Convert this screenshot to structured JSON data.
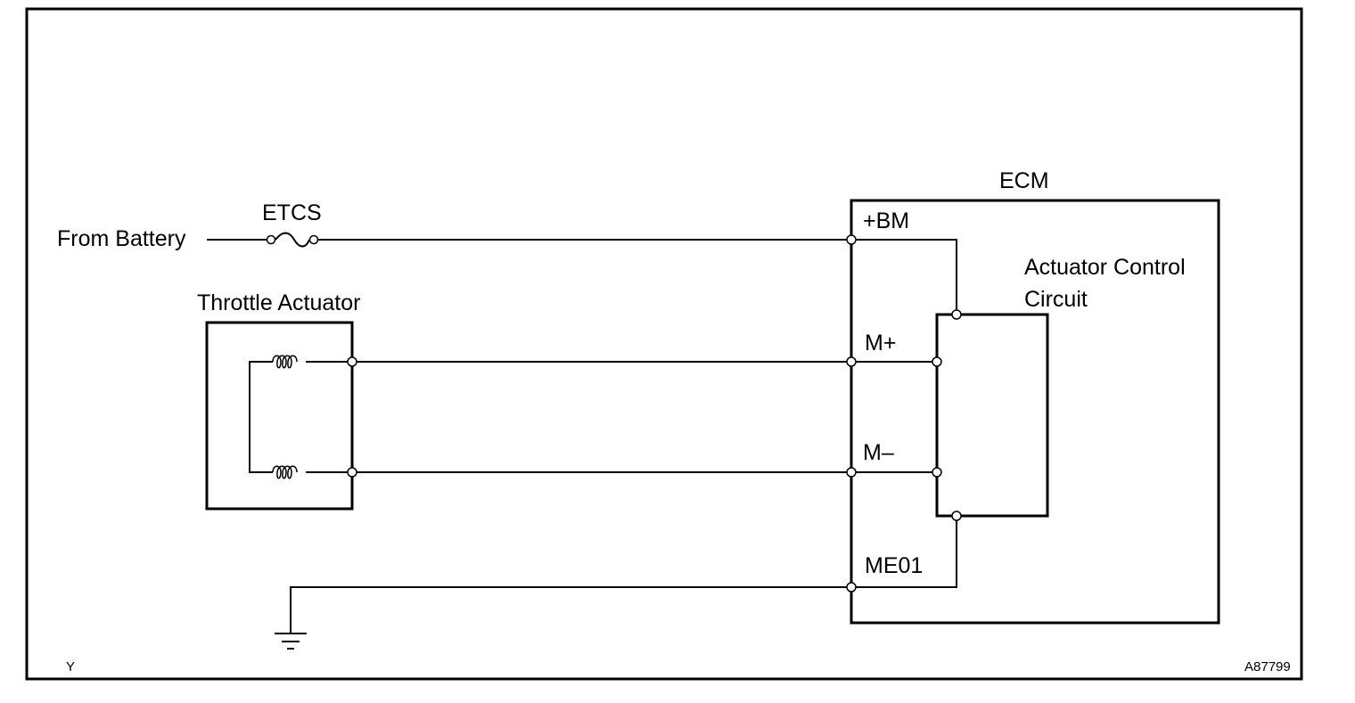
{
  "labels": {
    "from_battery": "From Battery",
    "fuse": "ETCS",
    "ecm": "ECM",
    "throttle_actuator": "Throttle Actuator",
    "actuator_control_line1": "Actuator Control",
    "actuator_control_line2": "Circuit",
    "pin_bm": "+BM",
    "pin_m_plus": "M+",
    "pin_m_minus": "M–",
    "pin_me01": "ME01",
    "corner_code": "Y",
    "figure_id": "A87799"
  }
}
